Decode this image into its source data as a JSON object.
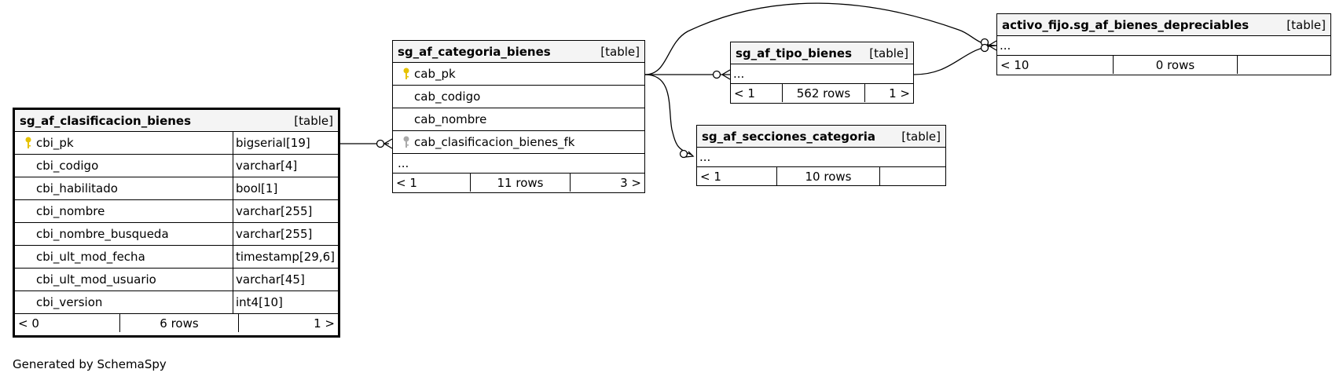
{
  "tables": {
    "clasificacion": {
      "name": "sg_af_clasificacion_bienes",
      "kind": "[table]",
      "columns": [
        {
          "name": "cbi_pk",
          "type": "bigserial[19]"
        },
        {
          "name": "cbi_codigo",
          "type": "varchar[4]"
        },
        {
          "name": "cbi_habilitado",
          "type": "bool[1]"
        },
        {
          "name": "cbi_nombre",
          "type": "varchar[255]"
        },
        {
          "name": "cbi_nombre_busqueda",
          "type": "varchar[255]"
        },
        {
          "name": "cbi_ult_mod_fecha",
          "type": "timestamp[29,6]"
        },
        {
          "name": "cbi_ult_mod_usuario",
          "type": "varchar[45]"
        },
        {
          "name": "cbi_version",
          "type": "int4[10]"
        }
      ],
      "footer": {
        "left": "< 0",
        "mid": "6 rows",
        "right": "1 >"
      }
    },
    "categoria": {
      "name": "sg_af_categoria_bienes",
      "kind": "[table]",
      "columns": [
        {
          "name": "cab_pk"
        },
        {
          "name": "cab_codigo"
        },
        {
          "name": "cab_nombre"
        },
        {
          "name": "cab_clasificacion_bienes_fk"
        }
      ],
      "ellipsis": "...",
      "footer": {
        "left": "< 1",
        "mid": "11 rows",
        "right": "3 >"
      }
    },
    "tipo": {
      "name": "sg_af_tipo_bienes",
      "kind": "[table]",
      "ellipsis": "...",
      "footer": {
        "left": "< 1",
        "mid": "562 rows",
        "right": "1 >"
      }
    },
    "secciones": {
      "name": "sg_af_secciones_categoria",
      "kind": "[table]",
      "ellipsis": "...",
      "footer": {
        "left": "< 1",
        "mid": "10 rows",
        "right": ""
      }
    },
    "depreciables": {
      "name": "activo_fijo.sg_af_bienes_depreciables",
      "kind": "[table]",
      "ellipsis": "...",
      "footer": {
        "left": "< 10",
        "mid": "0 rows",
        "right": ""
      }
    }
  },
  "icons": {
    "primary_key": "gold-key-icon",
    "foreign_key": "gray-key-icon"
  },
  "colors": {
    "primary_key": "#e6c200",
    "foreign_key": "#a9a9a9",
    "header_bg": "#f4f4f4"
  },
  "generator_note": "Generated by SchemaSpy"
}
